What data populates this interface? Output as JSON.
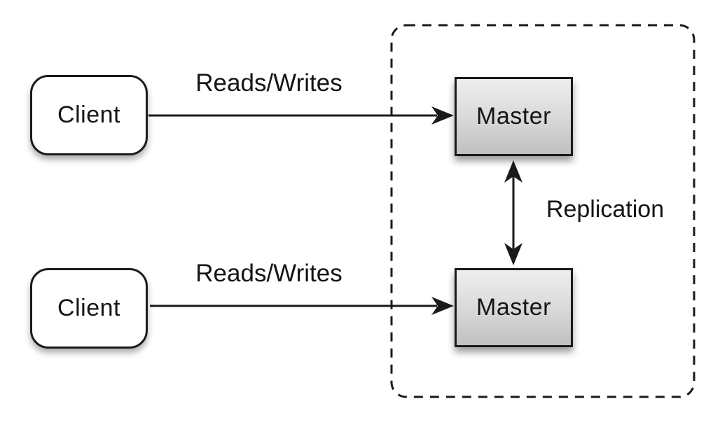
{
  "colors": {
    "background": "#ffffff",
    "stroke": "#1a1a1a",
    "master_fill_top": "#eeeeee",
    "master_fill_bottom": "#c0c0c0",
    "client_fill": "#ffffff"
  },
  "nodes": {
    "client1": {
      "label": "Client"
    },
    "client2": {
      "label": "Client"
    },
    "master1": {
      "label": "Master"
    },
    "master2": {
      "label": "Master"
    }
  },
  "edges": {
    "reads_writes_top": {
      "label": "Reads/Writes"
    },
    "reads_writes_bottom": {
      "label": "Reads/Writes"
    },
    "replication": {
      "label": "Replication"
    }
  }
}
